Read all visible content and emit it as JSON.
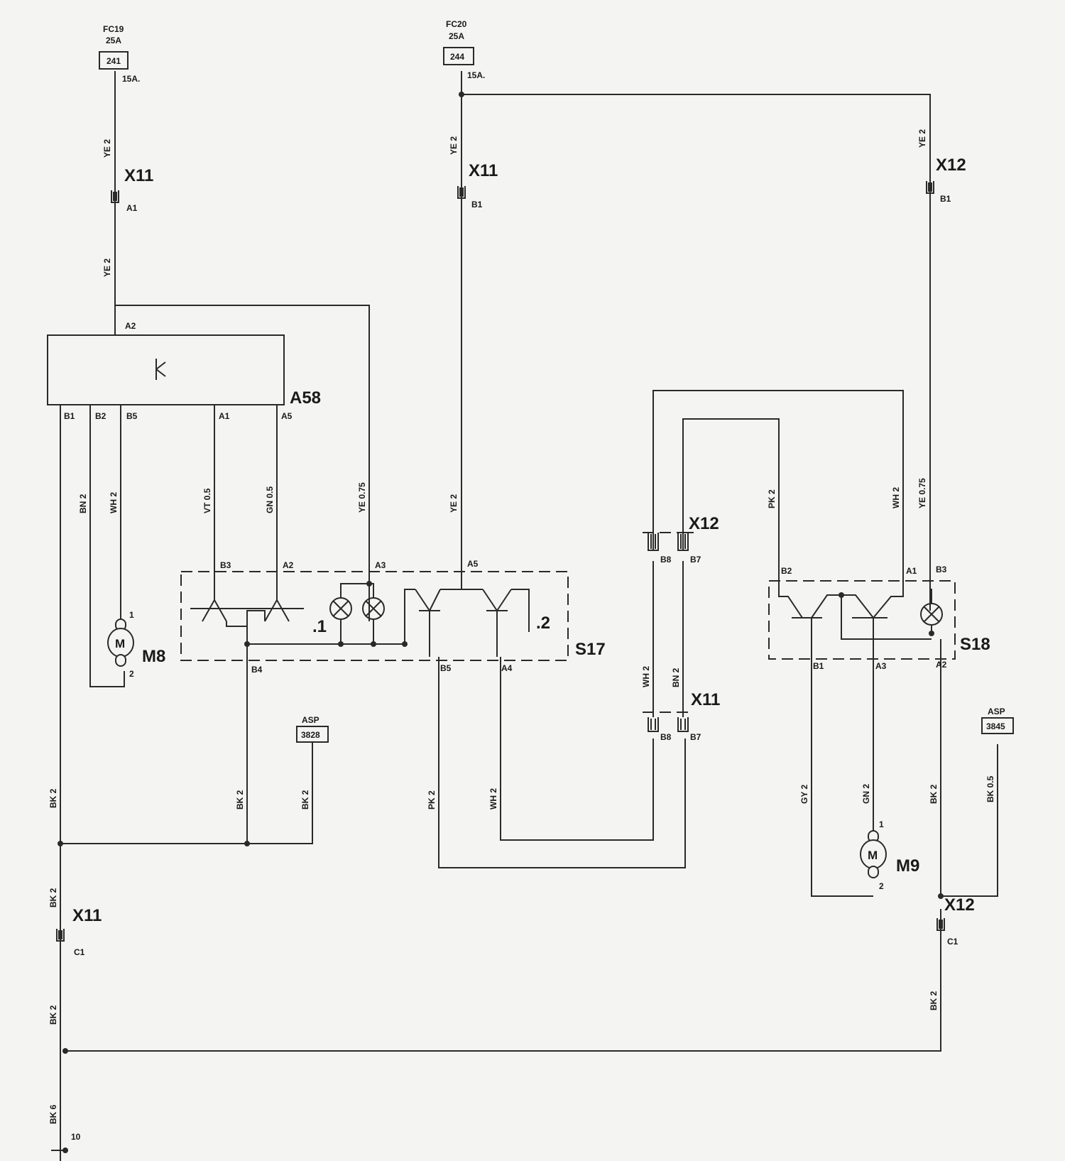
{
  "fuses": {
    "fc19": {
      "name": "FC19",
      "rating": "25A",
      "id": "241",
      "sub": "15A."
    },
    "fc20": {
      "name": "FC20",
      "rating": "25A",
      "id": "244",
      "sub": "15A."
    }
  },
  "connectors": {
    "x11": "X11",
    "x12": "X12"
  },
  "components": {
    "a58": "A58",
    "s17": "S17",
    "s18": "S18",
    "m8": "M8",
    "m9": "M9",
    "motor_symbol": "M"
  },
  "asp": {
    "left": {
      "label": "ASP",
      "id": "3828"
    },
    "right": {
      "label": "ASP",
      "id": "3845"
    }
  },
  "wires": {
    "ye2": "YE 2",
    "ye075": "YE 0.75",
    "bn2": "BN 2",
    "wh2": "WH 2",
    "vt05": "VT 0.5",
    "gn05": "GN 0.5",
    "pk2": "PK 2",
    "bk2": "BK 2",
    "bk05": "BK 0.5",
    "bk6": "BK 6",
    "gy2": "GY 2",
    "gn2": "GN 2"
  },
  "pins": {
    "a1": "A1",
    "a2": "A2",
    "a3": "A3",
    "a4": "A4",
    "a5": "A5",
    "b1": "B1",
    "b2": "B2",
    "b3": "B3",
    "b4": "B4",
    "b5": "B5",
    "b7": "B7",
    "b8": "B8",
    "c1": "C1",
    "one": "1",
    "two": "2",
    "dot1": ".1",
    "dot2": ".2",
    "ground": "10"
  }
}
